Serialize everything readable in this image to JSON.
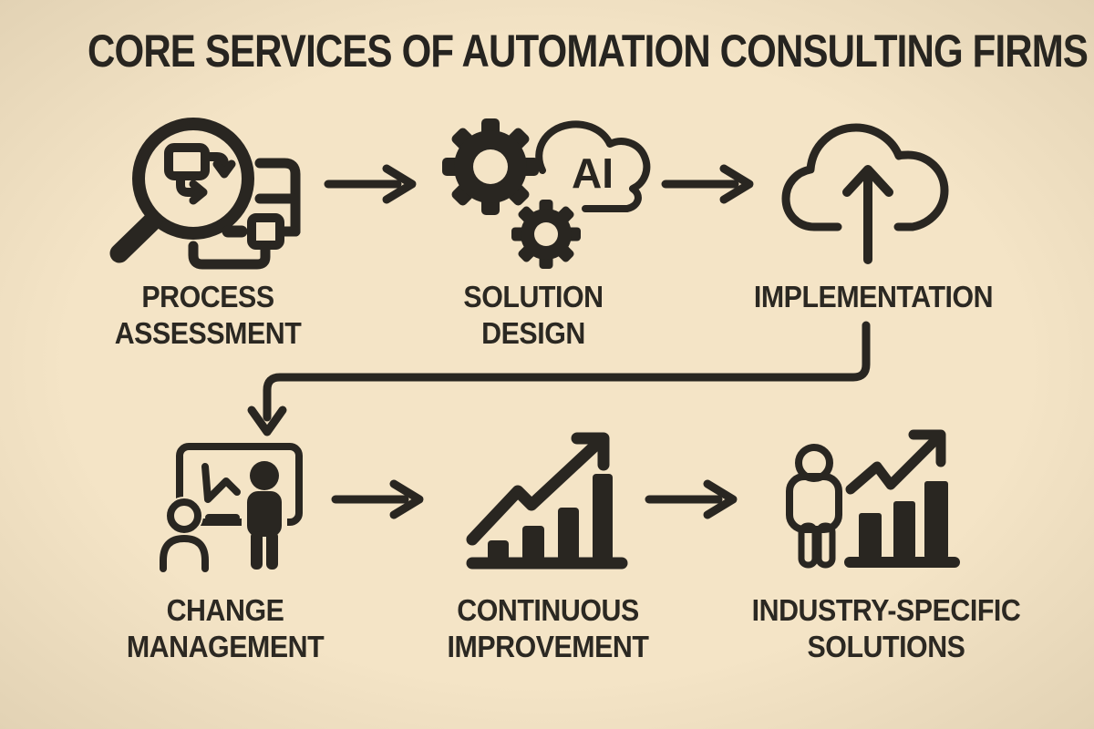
{
  "title": "CORE SERVICES OF AUTOMATION CONSULTING FIRMS",
  "colors": {
    "background": "#f4e4c6",
    "ink": "#292621"
  },
  "nodes": [
    {
      "id": "process-assessment",
      "label": "PROCESS\nASSESSMENT",
      "icon": "magnifier-flowchart-icon"
    },
    {
      "id": "solution-design",
      "label": "SOLUTION\nDESIGN",
      "icon": "gears-ai-cloud-icon",
      "ai_label": "AI"
    },
    {
      "id": "implementation",
      "label": "IMPLEMENTATION",
      "icon": "cloud-upload-arrow-icon"
    },
    {
      "id": "change-management",
      "label": "CHANGE\nMANAGEMENT",
      "icon": "trainer-presentation-icon"
    },
    {
      "id": "continuous-improvement",
      "label": "CONTINUOUS\nIMPROVEMENT",
      "icon": "rising-bar-chart-arrow-icon"
    },
    {
      "id": "industry-specific-solutions",
      "label": "INDUSTRY-SPECIFIC\nSOLUTIONS",
      "icon": "person-growth-chart-icon"
    }
  ],
  "connectors": [
    {
      "from": "process-assessment",
      "to": "solution-design",
      "type": "right-arrow"
    },
    {
      "from": "solution-design",
      "to": "implementation",
      "type": "right-arrow"
    },
    {
      "from": "implementation",
      "to": "change-management",
      "type": "elbow-down-arrow"
    },
    {
      "from": "change-management",
      "to": "continuous-improvement",
      "type": "right-arrow"
    },
    {
      "from": "continuous-improvement",
      "to": "industry-specific-solutions",
      "type": "right-arrow"
    }
  ]
}
